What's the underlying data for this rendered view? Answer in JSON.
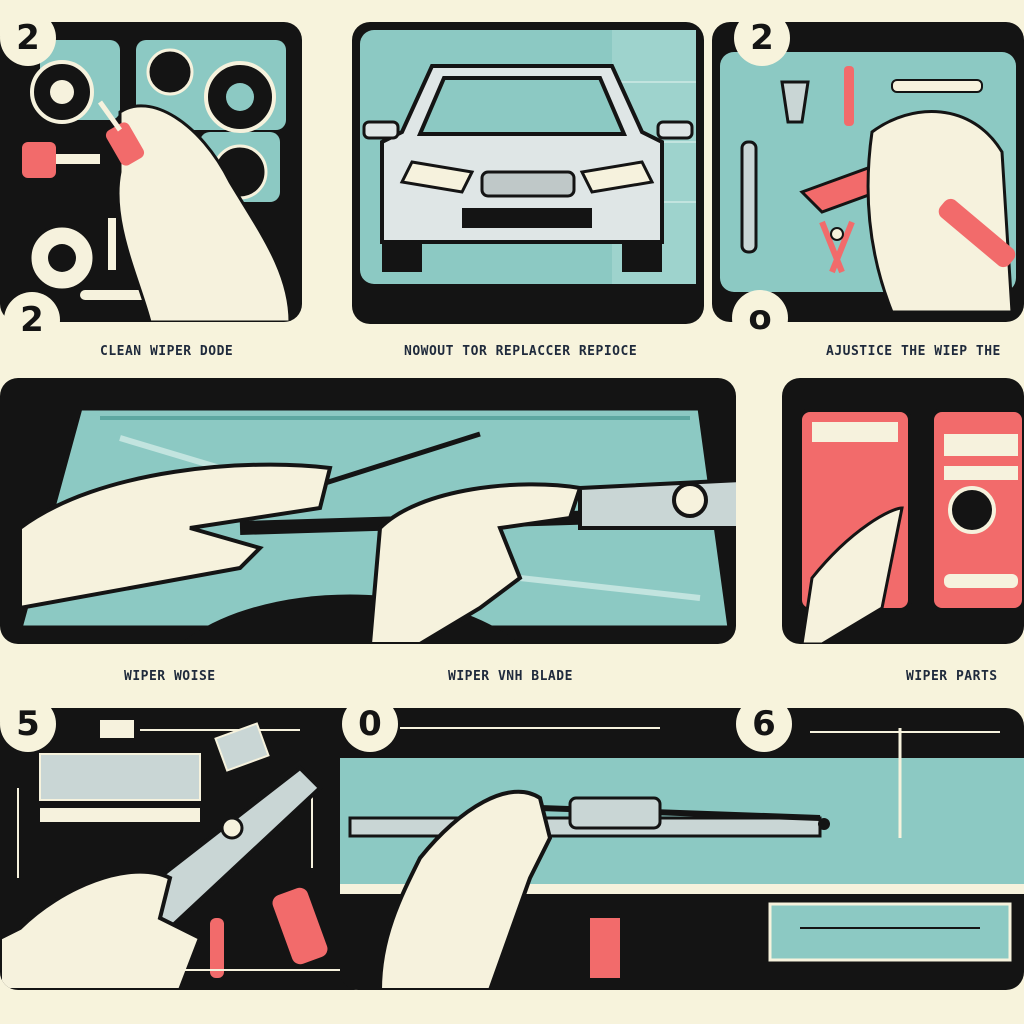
{
  "steps": {
    "badge_1": "2",
    "badge_2": "2",
    "badge_3": "2",
    "badge_4": "o",
    "badge_5": "5",
    "badge_6": "0",
    "badge_7": "6"
  },
  "captions": {
    "row1_left": "CLEAN WIPER DODE",
    "row1_middle": "NOWOUT TOR REPLACCER REPIOCE",
    "row1_right": "AJUSTICE THE WIEP THE",
    "row2_left": "WIPER WOISE",
    "row2_middle": "WIPER VNH BLADE",
    "row2_right": "WIPER PARTS"
  },
  "colors": {
    "background": "#f7f3dc",
    "panel": "#141414",
    "teal": "#8cc9c3",
    "coral": "#f26b6b",
    "skin": "#f6f2dd",
    "navy": "#1f2a3c"
  }
}
